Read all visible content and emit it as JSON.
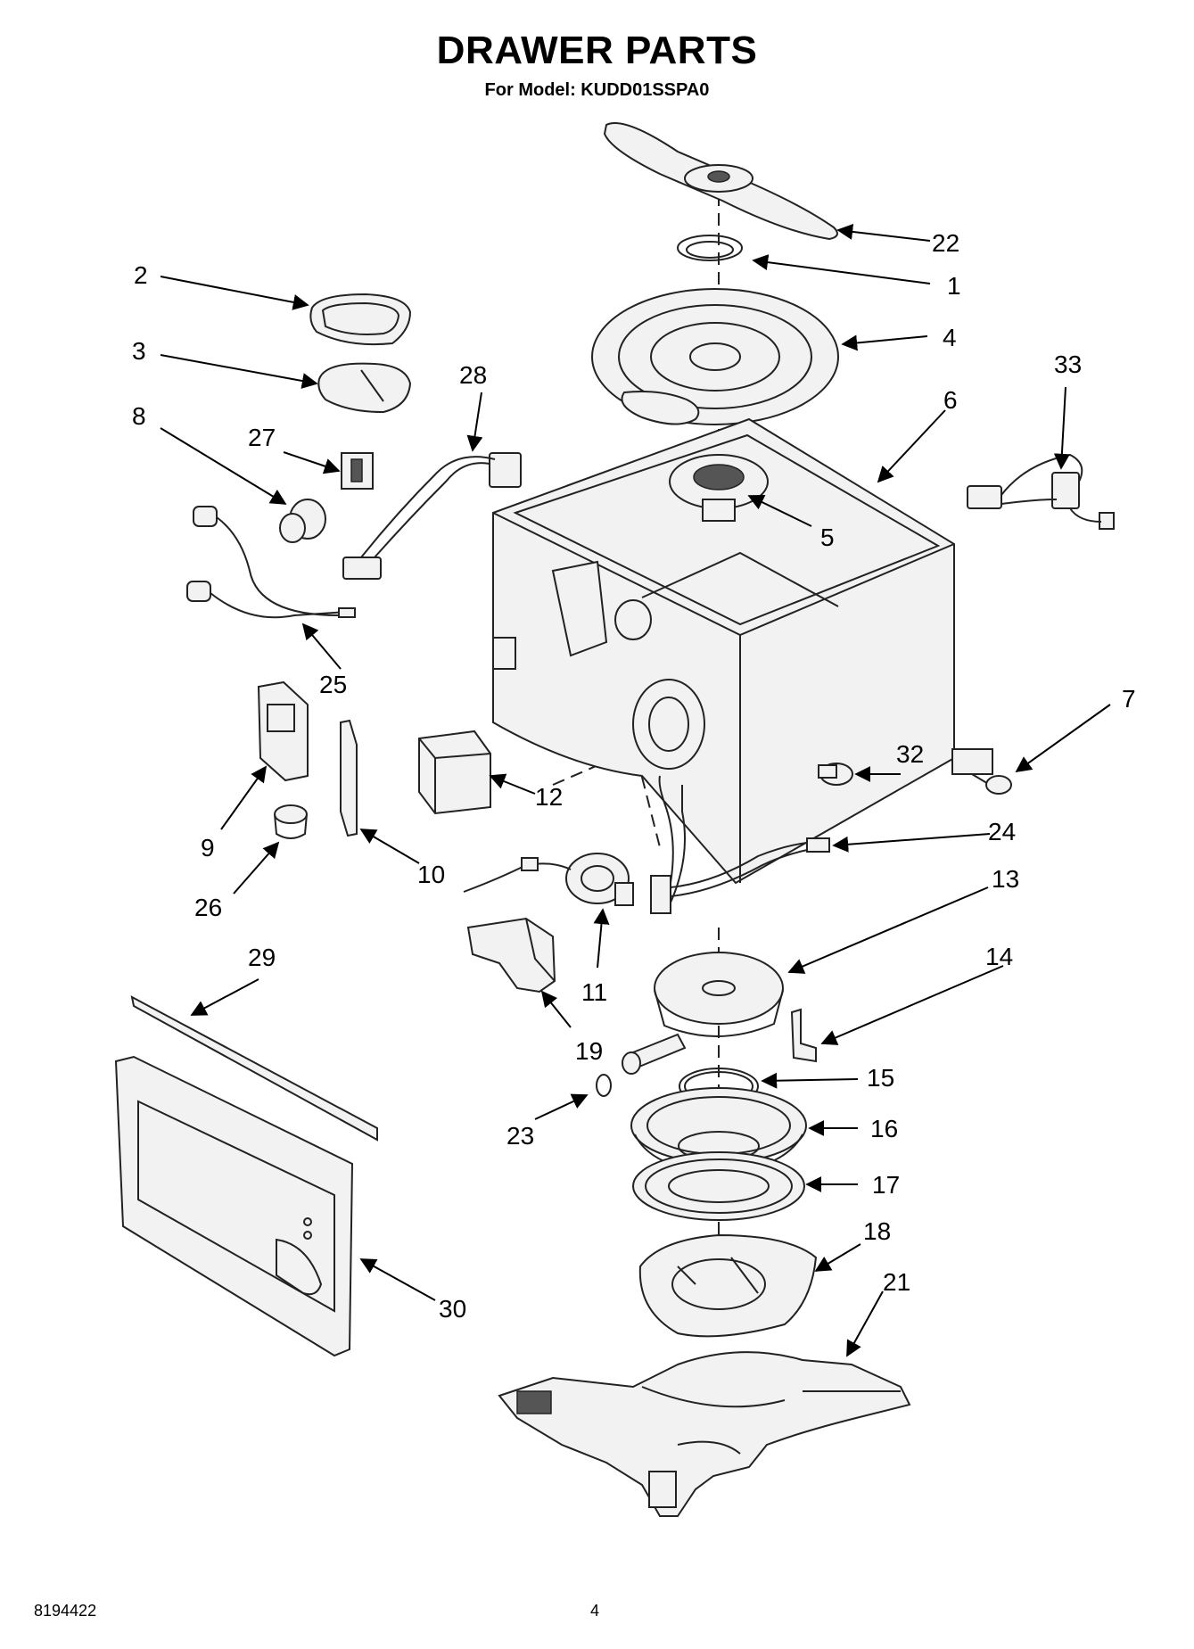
{
  "header": {
    "title": "DRAWER PARTS",
    "subtitle": "For Model: KUDD01SSPA0"
  },
  "footer": {
    "doc_number": "8194422",
    "page_number": "4"
  },
  "callouts": [
    "1",
    "2",
    "3",
    "4",
    "5",
    "6",
    "7",
    "8",
    "9",
    "10",
    "11",
    "12",
    "13",
    "14",
    "15",
    "16",
    "17",
    "18",
    "19",
    "21",
    "22",
    "23",
    "24",
    "25",
    "26",
    "27",
    "28",
    "29",
    "30",
    "32",
    "33"
  ]
}
